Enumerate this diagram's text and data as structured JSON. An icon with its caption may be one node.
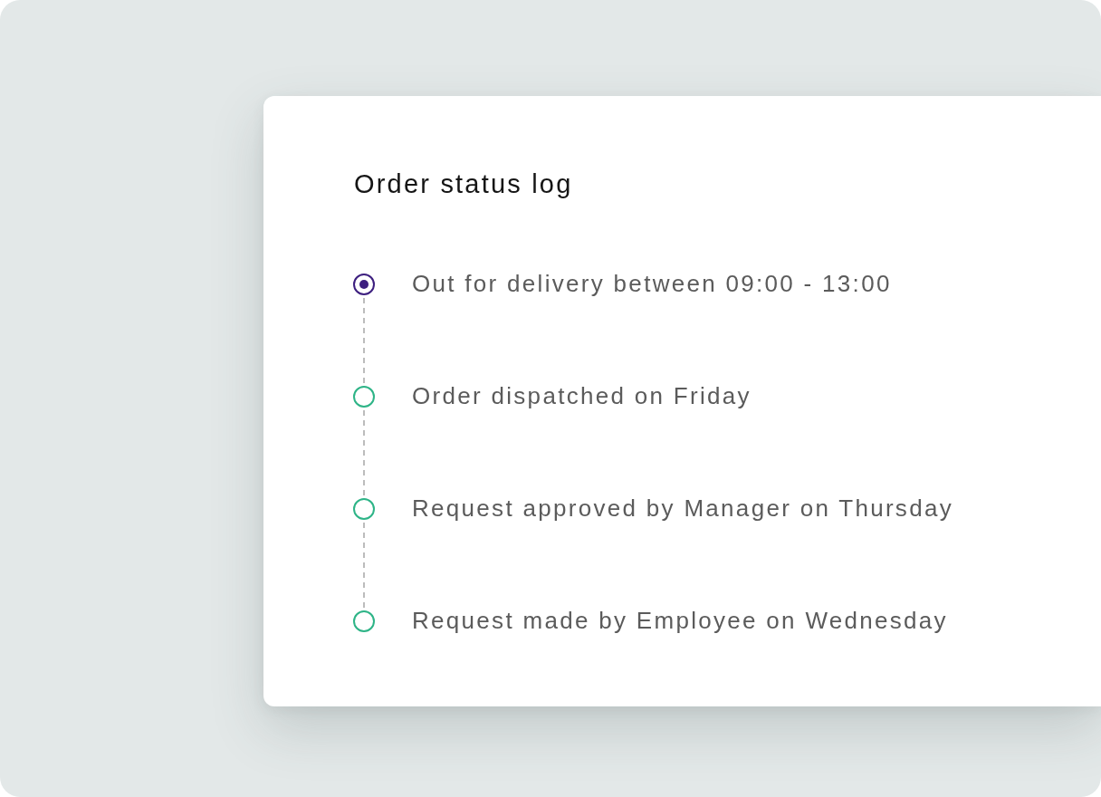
{
  "diagram": {
    "nodes": [
      {
        "text": [
          "Order status log"
        ]
      },
      {
        "text": [],
        "shape": "circle",
        "in": 0,
        "beside": [
          "Out for delivery between 09:00 - 13:00"
        ]
      },
      {
        "text": [],
        "shape": "circle",
        "in": 0,
        "beside": [
          "Order dispatched on Friday"
        ]
      },
      {
        "text": [],
        "shape": "circle",
        "in": 0,
        "beside": [
          "Request approved by Manager on Thursday"
        ]
      },
      {
        "text": [],
        "shape": "circle",
        "in": 0,
        "beside": [
          "Request made by Employee on Wednesday"
        ]
      }
    ],
    "edges": [
      {
        "from": 1,
        "to": 2,
        "arrow": "none",
        "style": "dashed"
      },
      {
        "from": 2,
        "to": 3,
        "arrow": "none",
        "style": "dashed"
      },
      {
        "from": 3,
        "to": 4,
        "arrow": "none",
        "style": "dashed"
      }
    ]
  }
}
